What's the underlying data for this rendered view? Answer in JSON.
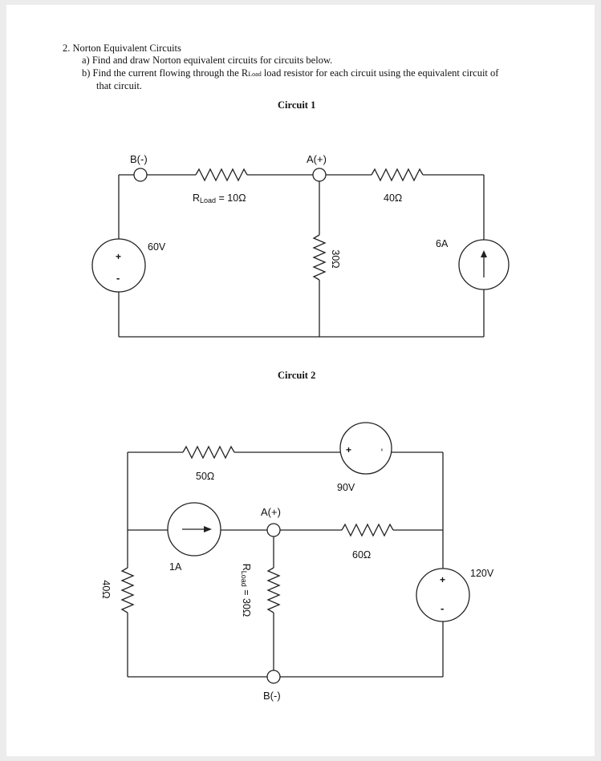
{
  "question": {
    "heading": "2.  Norton Equivalent Circuits",
    "part_a": "a)  Find and draw Norton equivalent circuits for circuits below.",
    "part_b_prefix": "b)  Find the current flowing through the R",
    "part_b_sub": "Load",
    "part_b_suffix": " load resistor for each circuit using the equivalent circuit of",
    "part_b_line2": "that circuit."
  },
  "circuit1": {
    "title": "Circuit 1",
    "node_b": "B(-)",
    "node_a": "A(+)",
    "rload_r": "R",
    "rload_sub": "Load",
    "rload_value": " = 10Ω",
    "r40": "40Ω",
    "r30": "30Ω",
    "v60": "60V",
    "i6": "6A",
    "plus": "+",
    "minus": "-"
  },
  "circuit2": {
    "title": "Circuit 2",
    "r50": "50Ω",
    "v90": "90V",
    "node_a": "A(+)",
    "r60": "60Ω",
    "i1": "1A",
    "rload_r": "R",
    "rload_sub": "Load",
    "rload_value": " = 30Ω",
    "v120": "120V",
    "r40": "40Ω",
    "node_b": "B(-)",
    "plus": "+",
    "minus": "-"
  }
}
